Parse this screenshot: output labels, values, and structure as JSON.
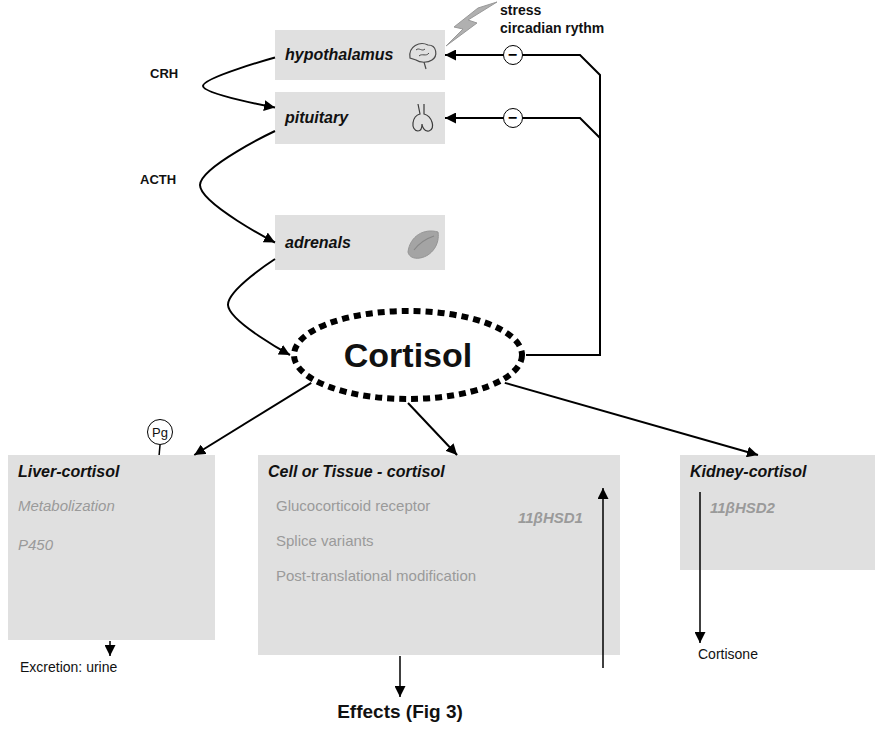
{
  "diagram": {
    "nodes": [
      {
        "text": [
          "hypothalamus"
        ]
      },
      {
        "text": [
          "pituitary"
        ]
      },
      {
        "text": [
          "adrenals"
        ]
      },
      {
        "text": [
          "Cortisol"
        ]
      },
      {
        "text": [
          "Pg"
        ]
      },
      {
        "text": [
          "Liver-cortisol",
          "Metabolization",
          "P450"
        ]
      },
      {
        "text": [
          "Cell or Tissue - cortisol",
          "Glucocorticoid receptor",
          "Splice variants",
          "Post-translational modification",
          "11βHSD1"
        ]
      },
      {
        "text": [
          "Kidney-cortisol",
          "11βHSD2"
        ]
      }
    ],
    "edges": [
      {
        "from": 0,
        "to": 1,
        "label": "CRH",
        "arrow": "to"
      },
      {
        "from": 1,
        "to": 2,
        "label": "ACTH",
        "arrow": "to"
      },
      {
        "from": 2,
        "to": 3,
        "arrow": "to"
      },
      {
        "from": 3,
        "to": 0,
        "label": "−",
        "arrow": "to"
      },
      {
        "from": 3,
        "to": 1,
        "label": "−",
        "arrow": "to"
      },
      {
        "from": 3,
        "to": 5,
        "arrow": "to"
      },
      {
        "from": 3,
        "to": 6,
        "arrow": "to"
      },
      {
        "from": 3,
        "to": 7,
        "arrow": "to"
      },
      {
        "from": 4,
        "to": 5,
        "arrow": "none"
      }
    ],
    "labels": [
      "stress",
      "circadian rythm",
      "Excretion: urine",
      "Cortisone",
      "Effects (Fig 3)"
    ]
  }
}
